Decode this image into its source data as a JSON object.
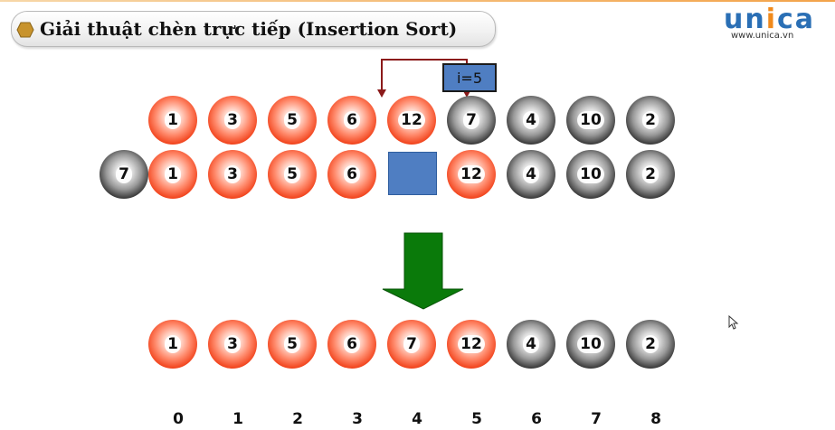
{
  "title": "Giải thuật chèn trực tiếp (Insertion Sort)",
  "logo": {
    "brand_prefix": "un",
    "brand_o": "i",
    "brand_suffix": "ca",
    "url": "www.unica.vn"
  },
  "i_label": "i=5",
  "row1": [
    {
      "v": "1",
      "color": "red"
    },
    {
      "v": "3",
      "color": "red"
    },
    {
      "v": "5",
      "color": "red"
    },
    {
      "v": "6",
      "color": "red"
    },
    {
      "v": "12",
      "color": "red"
    },
    {
      "v": "7",
      "color": "black"
    },
    {
      "v": "4",
      "color": "black"
    },
    {
      "v": "10",
      "color": "black"
    },
    {
      "v": "2",
      "color": "black"
    }
  ],
  "row2": {
    "temp": {
      "v": "7",
      "color": "black"
    },
    "slots": [
      {
        "v": "1",
        "color": "red"
      },
      {
        "v": "3",
        "color": "red"
      },
      {
        "v": "5",
        "color": "red"
      },
      {
        "v": "6",
        "color": "red"
      },
      {
        "v": "",
        "color": "empty"
      },
      {
        "v": "12",
        "color": "red"
      },
      {
        "v": "4",
        "color": "black"
      },
      {
        "v": "10",
        "color": "black"
      },
      {
        "v": "2",
        "color": "black"
      }
    ]
  },
  "row3": [
    {
      "v": "1",
      "color": "red"
    },
    {
      "v": "3",
      "color": "red"
    },
    {
      "v": "5",
      "color": "red"
    },
    {
      "v": "6",
      "color": "red"
    },
    {
      "v": "7",
      "color": "red"
    },
    {
      "v": "12",
      "color": "red"
    },
    {
      "v": "4",
      "color": "black"
    },
    {
      "v": "10",
      "color": "black"
    },
    {
      "v": "2",
      "color": "black"
    }
  ],
  "indices": [
    "0",
    "1",
    "2",
    "3",
    "4",
    "5",
    "6",
    "7",
    "8"
  ],
  "colors": {
    "sorted": "#f2461f",
    "unsorted": "#1a1a1a",
    "slot": "#4f7ec2",
    "arrow": "#0a7a0a",
    "bracket": "#8b1a1a"
  }
}
